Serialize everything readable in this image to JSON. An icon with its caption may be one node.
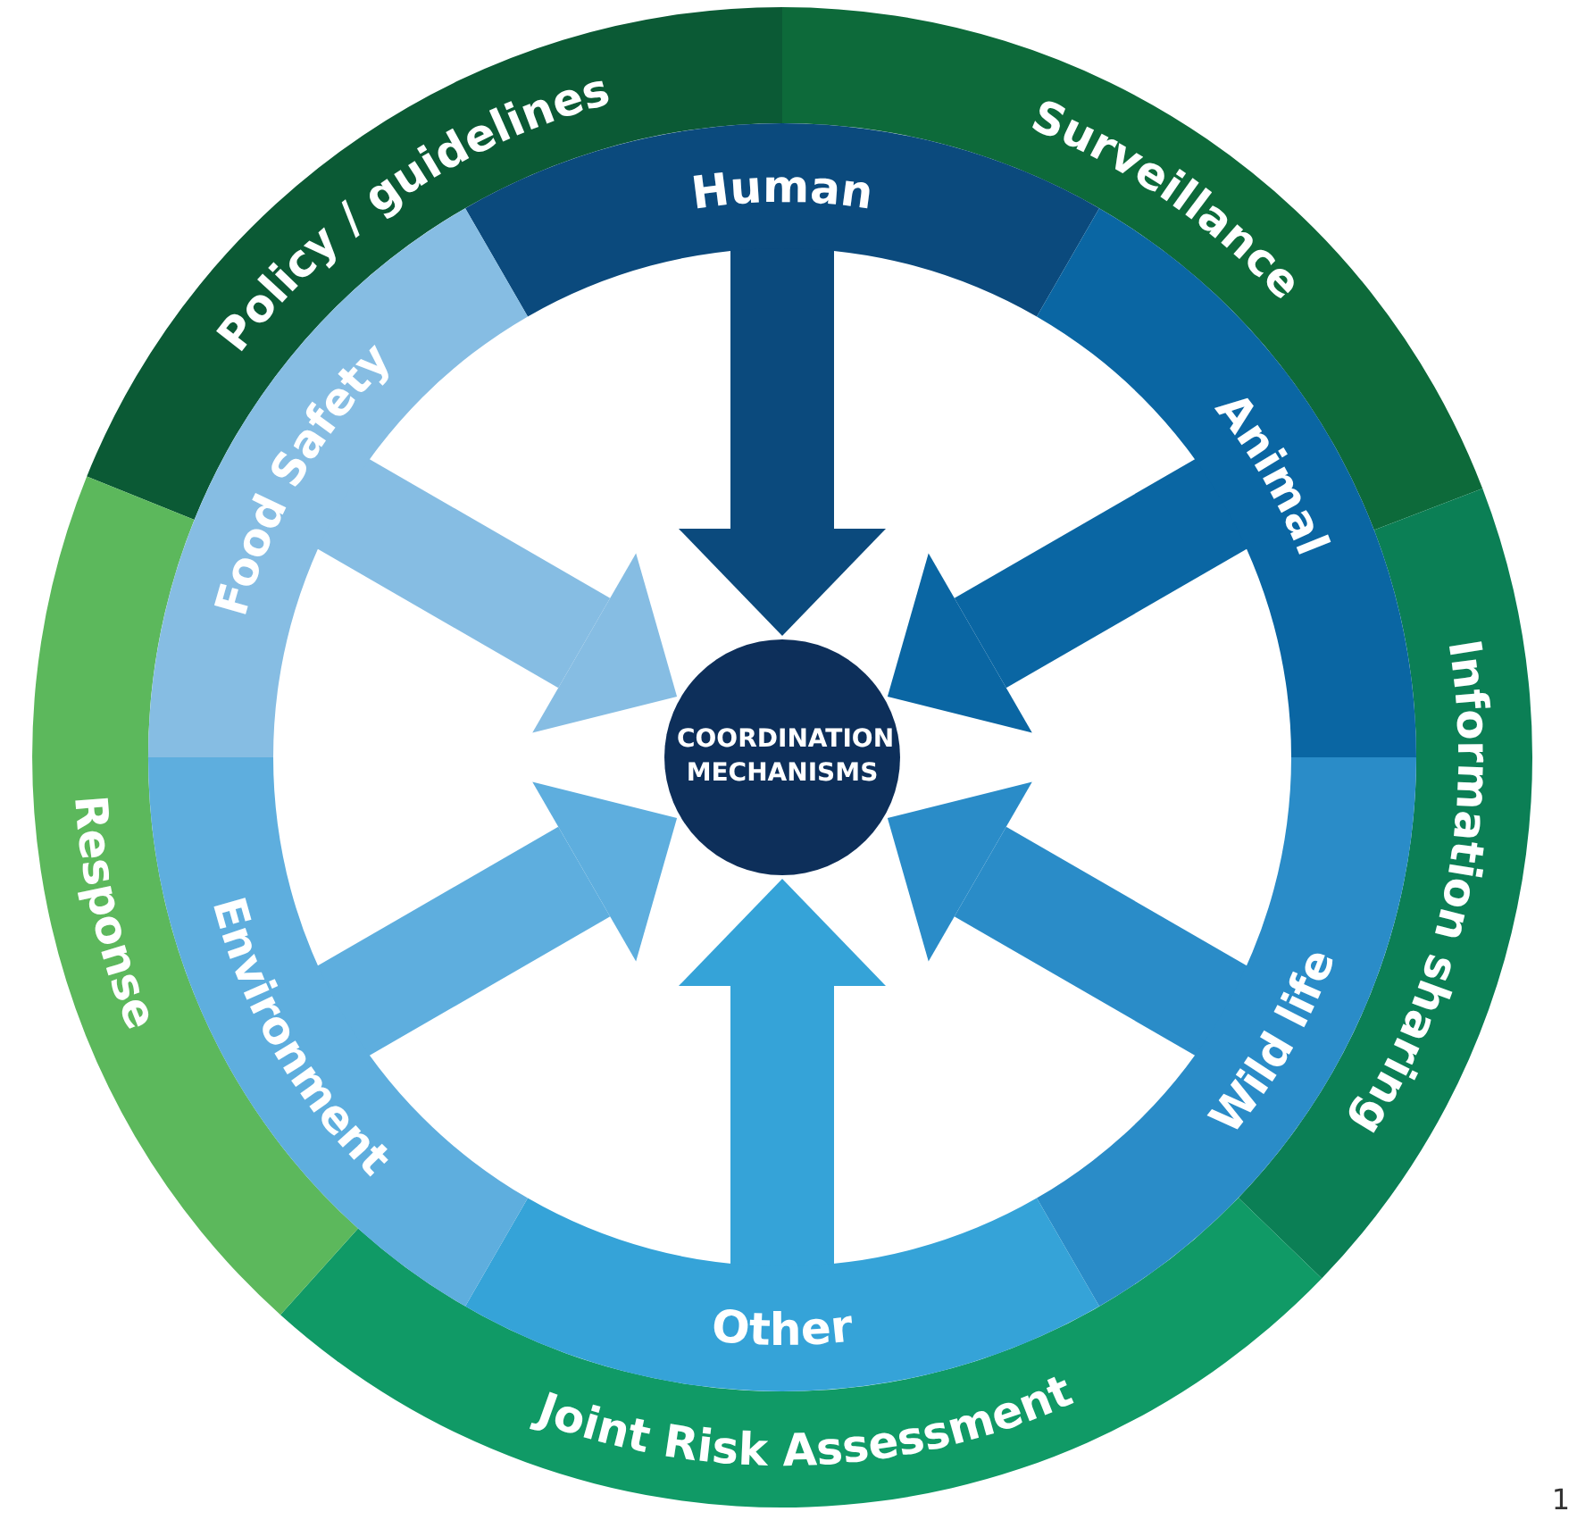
{
  "diagram": {
    "nodes": [
      {
        "text": [
          "Policy / guidelines"
        ]
      },
      {
        "text": [
          "Surveillance"
        ]
      },
      {
        "text": [
          "Information sharing"
        ]
      },
      {
        "text": [
          "Joint Risk Assessment"
        ]
      },
      {
        "text": [
          "Response"
        ]
      },
      {
        "text": [
          "Human"
        ]
      },
      {
        "text": [
          "Animal"
        ]
      },
      {
        "text": [
          "Wild life"
        ]
      },
      {
        "text": [
          "Other"
        ]
      },
      {
        "text": [
          "Environment"
        ]
      },
      {
        "text": [
          "Food Safety"
        ]
      },
      {
        "text": [
          "COORDINATION MECHANISMS"
        ]
      }
    ],
    "edges": [
      {
        "from": 5,
        "to": 11,
        "arrow": "to",
        "color": "#0b4a7d"
      },
      {
        "from": 6,
        "to": 11,
        "arrow": "to",
        "color": "#0a66a3"
      },
      {
        "from": 7,
        "to": 11,
        "arrow": "to",
        "color": "#2a8cc8"
      },
      {
        "from": 8,
        "to": 11,
        "arrow": "to",
        "color": "#35a3d8"
      },
      {
        "from": 9,
        "to": 11,
        "arrow": "to",
        "color": "#5eaede"
      },
      {
        "from": 10,
        "to": 11,
        "arrow": "to",
        "color": "#86bde3"
      }
    ],
    "labels": [
      "1"
    ]
  }
}
